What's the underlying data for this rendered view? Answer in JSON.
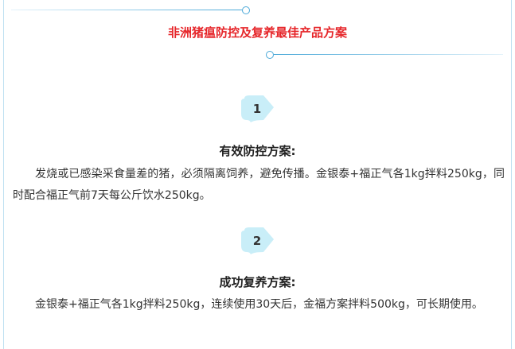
{
  "title": "非洲猪瘟防控及复养最佳产品方案",
  "sections": [
    {
      "number": "1",
      "heading": "有效防控方案:",
      "body": "发烧或已感染采食量差的猪，必须隔离饲养，避免传播。金银泰+福正气各1kg拌料250kg，同时配合福正气前7天每公斤饮水250kg。"
    },
    {
      "number": "2",
      "heading": "成功复养方案:",
      "body": "金银泰+福正气各1kg拌料250kg，连续使用30天后，金福方案拌料500kg，可长期使用。"
    }
  ],
  "colors": {
    "title": "#e6262a",
    "accent_line": "#49a8d8",
    "badge_fill": "#c9eef8"
  }
}
